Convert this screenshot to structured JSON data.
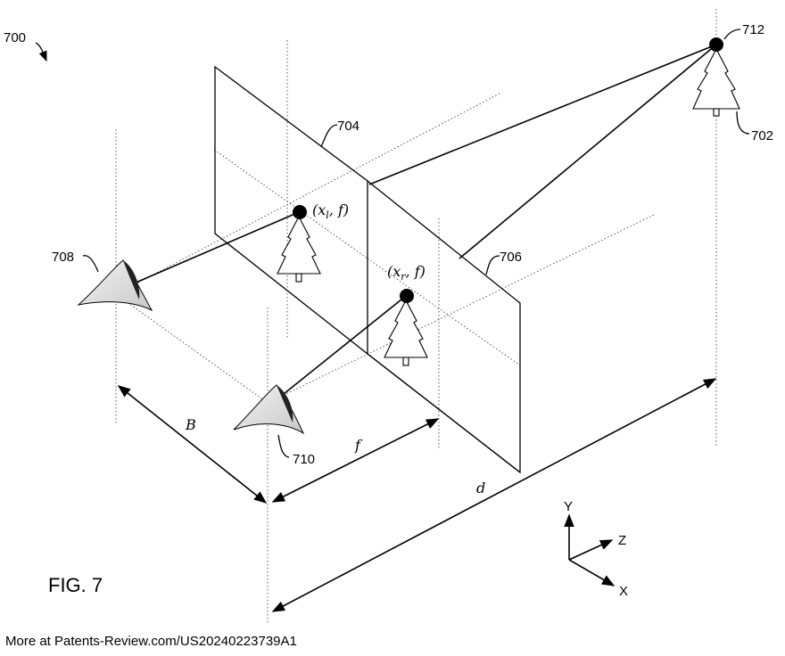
{
  "labels": {
    "figure_ref": "700",
    "target_point": "712",
    "target_tree": "702",
    "left_plane": "704",
    "right_plane": "706",
    "left_camera": "708",
    "right_camera": "710",
    "left_image_point": "(x",
    "left_image_point_sub": "l",
    "left_image_point_tail": ", f)",
    "right_image_point": "(x",
    "right_image_point_sub": "r",
    "right_image_point_tail": ", f)",
    "baseline": "B",
    "focal_length": "f",
    "depth": "d",
    "axis_y": "Y",
    "axis_z": "Z",
    "axis_x": "X",
    "figure_title": "FIG. 7",
    "footer": "More at Patents-Review.com/US20240223739A1"
  }
}
